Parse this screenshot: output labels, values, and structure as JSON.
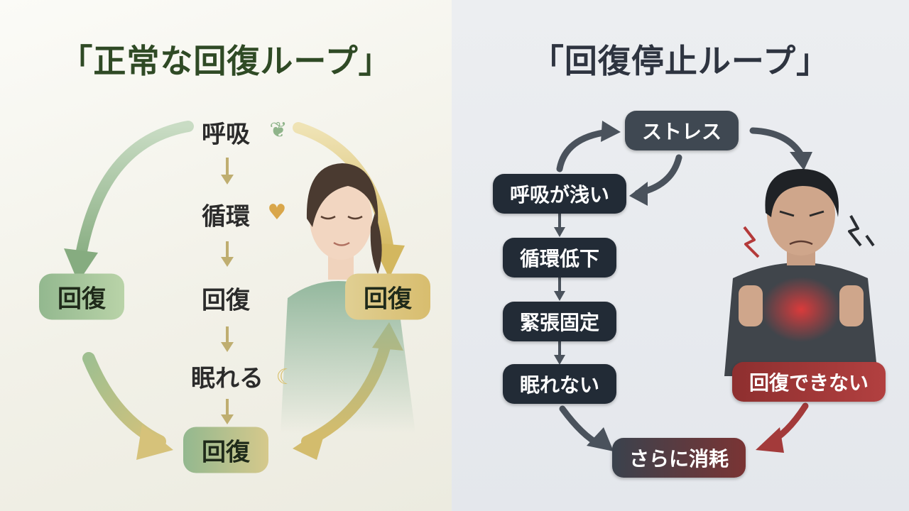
{
  "left": {
    "title": "「正常な回復ループ」",
    "steps": [
      "呼吸",
      "循環",
      "回復",
      "眠れる"
    ],
    "side_left": "回復",
    "side_right": "回復",
    "bottom": "回復",
    "icons": {
      "breath": "lungs-icon",
      "circulation": "heart-icon",
      "sleep": "moon-icon"
    },
    "colors": {
      "green": "#8fb48a",
      "gold": "#d8bf6a",
      "title": "#2f4a25"
    }
  },
  "right": {
    "title": "「回復停止ループ」",
    "stress": "ストレス",
    "chain": [
      "呼吸が浅い",
      "循環低下",
      "緊張固定",
      "眠れない"
    ],
    "cannot_recover": "回復できない",
    "exhaustion": "さらに消耗",
    "colors": {
      "dark": "#222b36",
      "red": "#a33a3a",
      "arrow": "#4a525c"
    }
  }
}
